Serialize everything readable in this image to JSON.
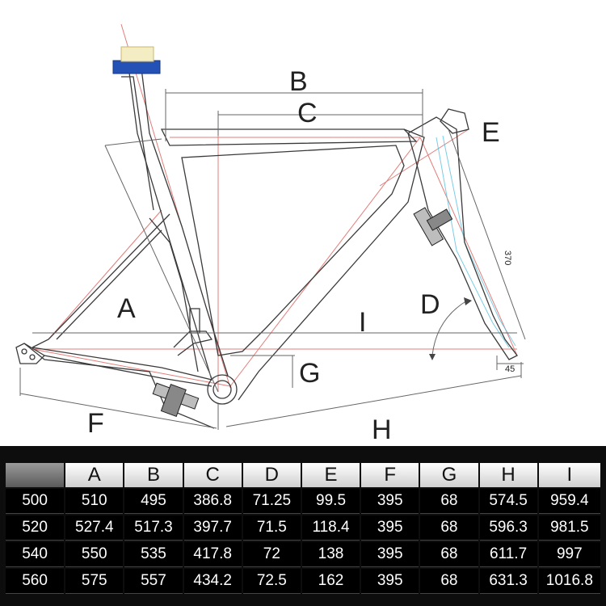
{
  "diagram": {
    "labels": {
      "A": "A",
      "B": "B",
      "C": "C",
      "D": "D",
      "E": "E",
      "F": "F",
      "G": "G",
      "H": "H",
      "I": "I",
      "headtube_length": "370",
      "bb_offset": "45"
    },
    "colors": {
      "frame_stroke": "#3a3a3a",
      "red_guides": "#d9534f",
      "cyan_guides": "#5bc0de",
      "seatpost_clamp": "#2451b5"
    }
  },
  "table": {
    "headers": [
      "",
      "A",
      "B",
      "C",
      "D",
      "E",
      "F",
      "G",
      "H",
      "I"
    ],
    "rows": [
      [
        "500",
        "510",
        "495",
        "386.8",
        "71.25",
        "99.5",
        "395",
        "68",
        "574.5",
        "959.4"
      ],
      [
        "520",
        "527.4",
        "517.3",
        "397.7",
        "71.5",
        "118.4",
        "395",
        "68",
        "596.3",
        "981.5"
      ],
      [
        "540",
        "550",
        "535",
        "417.8",
        "72",
        "138",
        "395",
        "68",
        "611.7",
        "997"
      ],
      [
        "560",
        "575",
        "557",
        "434.2",
        "72.5",
        "162",
        "395",
        "68",
        "631.3",
        "1016.8"
      ]
    ]
  }
}
